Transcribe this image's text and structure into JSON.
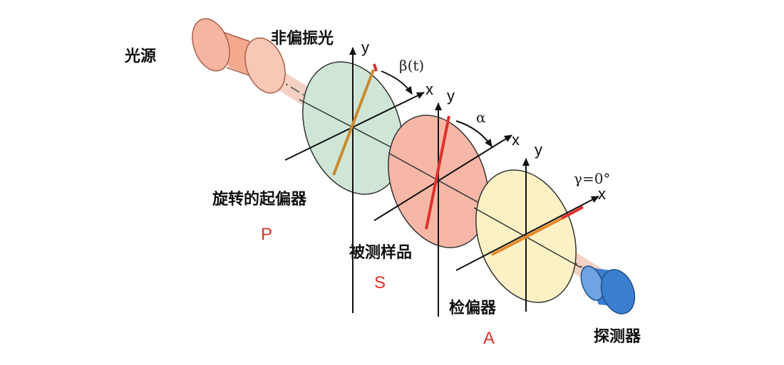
{
  "labels": {
    "source": "光源",
    "unpolarized": "非偏振光",
    "rotating_polarizer": "旋转的起偏器",
    "polarizer_code": "P",
    "sample": "被测样品",
    "sample_code": "S",
    "analyzer": "检偏器",
    "analyzer_code": "A",
    "detector": "探测器"
  },
  "axes": {
    "polarizer": {
      "y": "y",
      "x": "x",
      "angle": "β(t)"
    },
    "sample": {
      "y": "y",
      "x": "x",
      "angle": "α"
    },
    "analyzer": {
      "y": "y",
      "x": "x",
      "angle": "γ=0°"
    }
  },
  "colors": {
    "source_body": "#f4a98f",
    "beam": "#f3c9b8",
    "polarizer_disk": "#cfe6d6",
    "sample_disk": "#f6b7a6",
    "analyzer_disk": "#fbf1c4",
    "detector_body": "#3b7fcf",
    "highlight_red": "#e0302c",
    "highlight_orange": "#e8892a",
    "polarizer_axis": "#c98a2e"
  }
}
